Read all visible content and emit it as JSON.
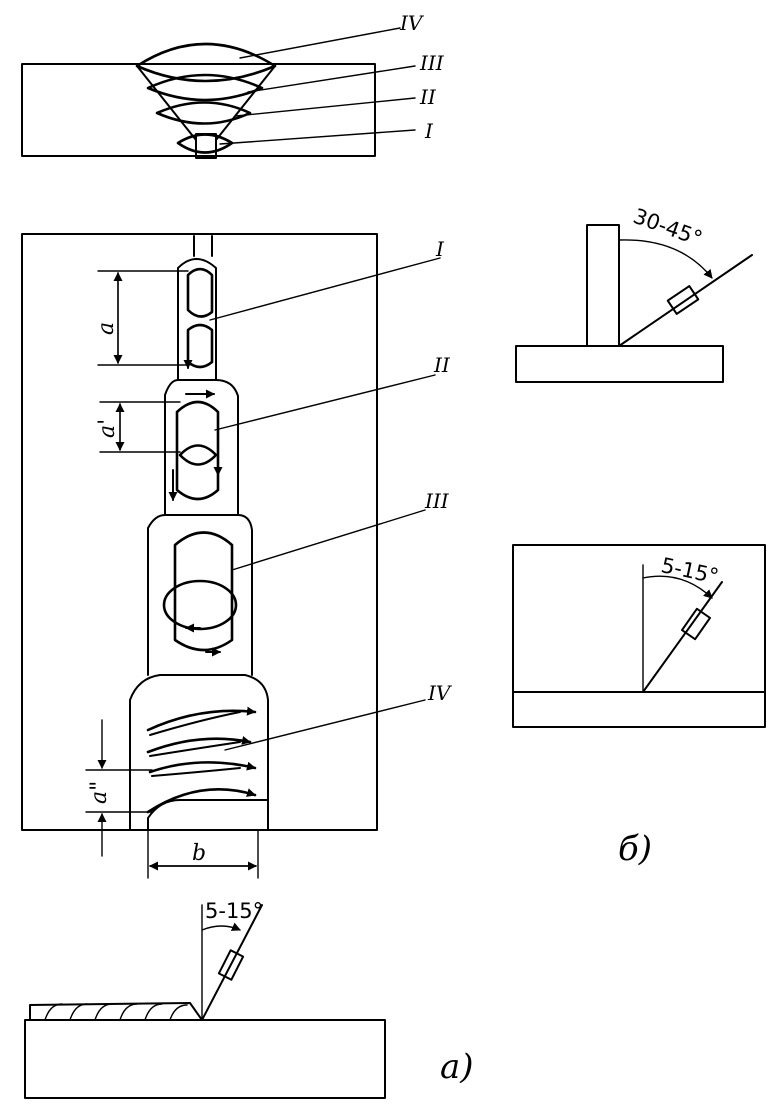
{
  "layers": {
    "top_labels": [
      "IV",
      "III",
      "II",
      "I"
    ],
    "plan_labels": [
      "I",
      "II",
      "III",
      "IV"
    ]
  },
  "dimensions": {
    "a": "a",
    "a_prime": "a'",
    "a_double_prime": "a\"",
    "b": "b"
  },
  "angles": {
    "bottom_view": "5-15°",
    "t_joint": "30-45°",
    "flat_view": "5-15°"
  },
  "captions": {
    "a": "a)",
    "b": "б)"
  }
}
